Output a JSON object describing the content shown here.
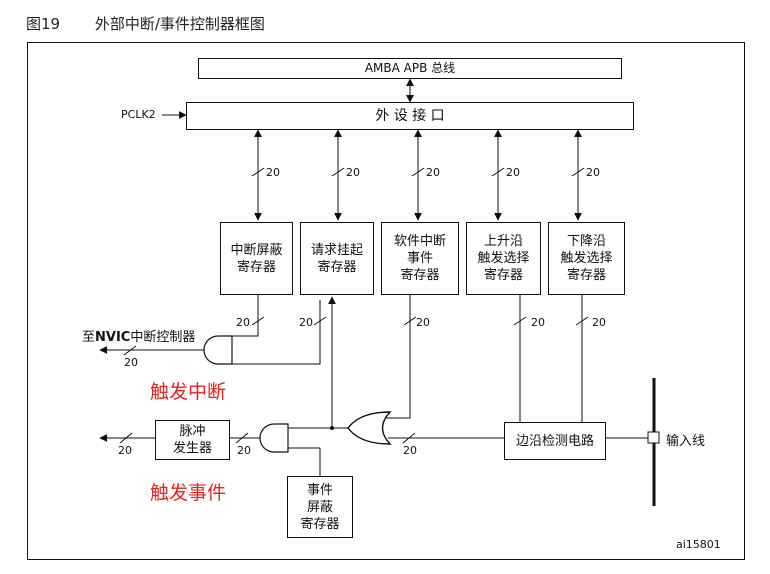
{
  "figure": {
    "number": "图19",
    "caption": "外部中断/事件控制器框图"
  },
  "buses": {
    "apb_bus": "AMBA APB 总线",
    "peripheral_interface": "外 设 接 口",
    "pclk": "PCLK2"
  },
  "registers": {
    "interrupt_mask": "中断屏蔽\n寄存器",
    "pending_request": "请求挂起\n寄存器",
    "software_interrupt_event": "软件中断\n事件\n寄存器",
    "rising_trigger": "上升沿\n触发选择\n寄存器",
    "falling_trigger": "下降沿\n触发选择\n寄存器",
    "event_mask": "事件\n屏蔽\n寄存器"
  },
  "blocks": {
    "pulse_generator": "脉冲\n发生器",
    "edge_detect": "边沿检测电路"
  },
  "io": {
    "nvic_prefix": "至",
    "nvic_bold": "NVIC",
    "nvic_suffix": "中断控制器",
    "input_line": "输入线"
  },
  "annotations": {
    "interrupt_trigger": "触发中断",
    "event_trigger": "触发事件"
  },
  "bus_width": "20",
  "figure_id": "ai15801"
}
